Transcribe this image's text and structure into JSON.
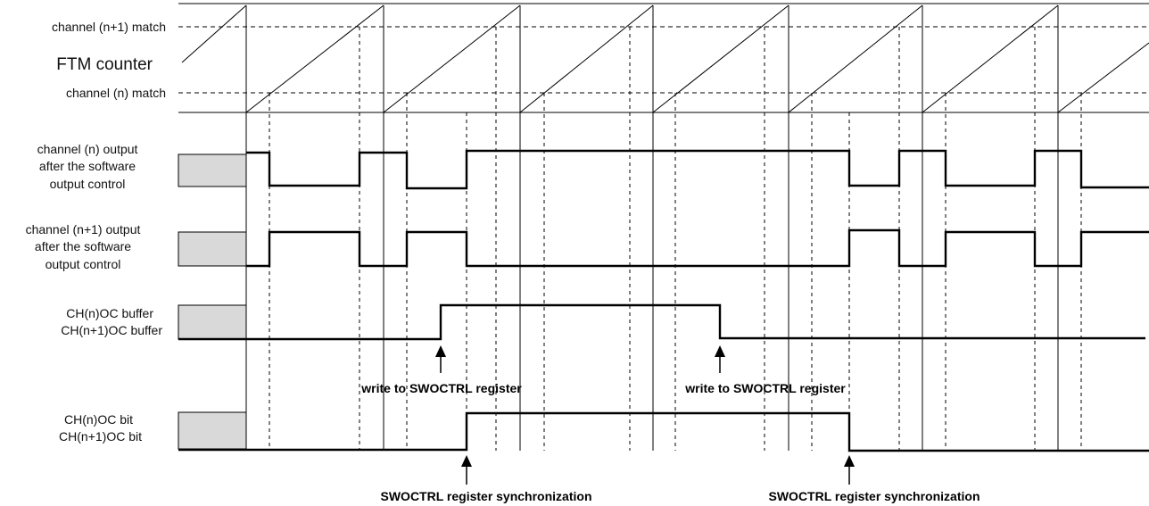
{
  "labels": {
    "upper_match": "channel (n+1) match",
    "counter": "FTM counter",
    "lower_match": "channel (n) match",
    "ch_n_out": [
      "channel (n) output",
      "after the software",
      "output control"
    ],
    "ch_n1_out": [
      "channel (n+1) output",
      "after the software",
      "output control"
    ],
    "buffer": [
      "CH(n)OC buffer",
      "CH(n+1)OC buffer"
    ],
    "oc_bit": [
      "CH(n)OC bit",
      "CH(n+1)OC bit"
    ]
  },
  "annotations": {
    "write1": "write to SWOCTRL register",
    "write2": "write to SWOCTRL register",
    "sync1": "SWOCTRL register synchronization",
    "sync2": "SWOCTRL register synchronization"
  },
  "colors": {
    "initial_state_fill": "#d9d9d9",
    "line": "#000000"
  }
}
